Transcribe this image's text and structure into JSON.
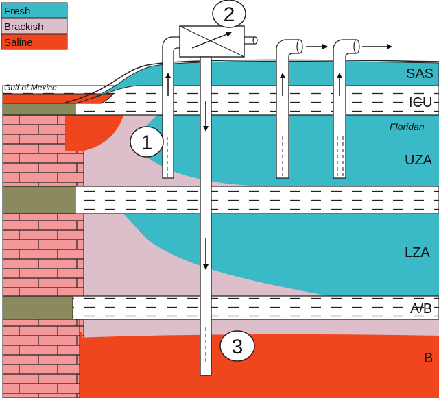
{
  "legend": [
    {
      "label": "Fresh",
      "color": "#3ab9c6"
    },
    {
      "label": "Brackish",
      "color": "#dcbfcb"
    },
    {
      "label": "Saline",
      "color": "#f0461e"
    }
  ],
  "labels": {
    "gulf": "Gulf of Mexico",
    "floridan": "Floridan"
  },
  "units": [
    "SAS",
    "ICU",
    "UZA",
    "LZA",
    "A/B",
    "B"
  ],
  "markers": [
    "1",
    "2",
    "3"
  ],
  "colors": {
    "fresh": "#3ab9c6",
    "brackish": "#dcbfcb",
    "saline": "#f0461e",
    "brick": "#f4989a",
    "clay": "#8b8a5e"
  }
}
